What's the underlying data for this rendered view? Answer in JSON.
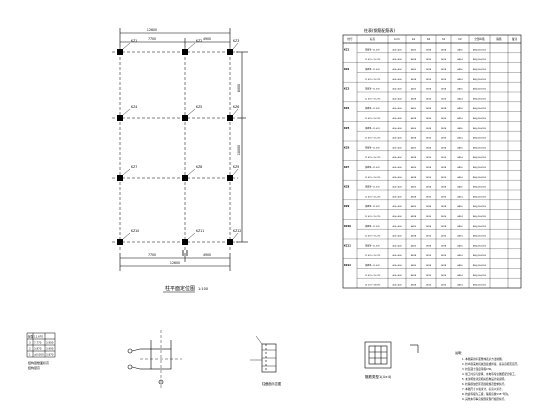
{
  "plan": {
    "title": "柱平面定位图",
    "scale": "1:100",
    "overall_dim": "12600",
    "sub_dims_top": [
      "7700",
      "4900"
    ],
    "sub_dims_bottom": [
      "7700",
      "4900"
    ],
    "right_dim": "18000",
    "right_dim_upper": "6000",
    "column_tags": [
      "KZ1",
      "KZ2",
      "KZ3",
      "KZ4",
      "KZ5",
      "KZ6",
      "KZ7",
      "KZ8",
      "KZ9",
      "KZ10",
      "KZ11",
      "KZ12"
    ]
  },
  "schedule": {
    "title": "柱表(钢筋配筋表)",
    "headers": [
      "柱号",
      "标高",
      "b×h",
      "b1",
      "b2",
      "h1",
      "h2",
      "全部纵筋",
      "箍筋",
      "备注"
    ],
    "rows": [
      [
        "KZ1",
        "基础顶~11.670",
        "400×400",
        "4Φ20",
        "2Φ18",
        "2Φ18",
        "4Φ16",
        "Φ8@100/200",
        "",
        ""
      ],
      [
        "",
        "11.670~15.270",
        "400×400",
        "4Φ18",
        "2Φ16",
        "2Φ16",
        "4Φ14",
        "Φ8@100/200",
        "",
        ""
      ],
      [
        "KZ2",
        "基础顶~11.670",
        "400×400",
        "4Φ20",
        "2Φ18",
        "2Φ18",
        "4Φ16",
        "Φ8@100/200",
        "",
        ""
      ],
      [
        "",
        "11.670~15.270",
        "400×400",
        "4Φ18",
        "2Φ16",
        "2Φ16",
        "4Φ14",
        "Φ8@100/200",
        "",
        ""
      ],
      [
        "KZ3",
        "基础顶~11.670",
        "400×400",
        "4Φ20",
        "2Φ18",
        "2Φ18",
        "4Φ16",
        "Φ8@100/200",
        "",
        ""
      ],
      [
        "",
        "11.670~15.270",
        "400×400",
        "4Φ18",
        "2Φ16",
        "2Φ16",
        "4Φ14",
        "Φ8@100/200",
        "",
        ""
      ],
      [
        "KZ4",
        "基础顶~11.670",
        "400×400",
        "4Φ20",
        "2Φ18",
        "2Φ18",
        "4Φ16",
        "Φ8@100/200",
        "",
        ""
      ],
      [
        "",
        "11.670~15.270",
        "400×400",
        "4Φ18",
        "2Φ16",
        "2Φ16",
        "4Φ14",
        "Φ8@100/200",
        "",
        ""
      ],
      [
        "KZ5",
        "基础顶~11.670",
        "400×400",
        "4Φ20",
        "2Φ18",
        "2Φ18",
        "4Φ16",
        "Φ8@100/200",
        "",
        ""
      ],
      [
        "",
        "11.670~15.270",
        "400×400",
        "4Φ18",
        "2Φ16",
        "2Φ16",
        "4Φ14",
        "Φ8@100/200",
        "",
        ""
      ],
      [
        "KZ6",
        "基础顶~11.670",
        "400×400",
        "4Φ20",
        "2Φ18",
        "2Φ18",
        "4Φ16",
        "Φ8@100/200",
        "",
        ""
      ],
      [
        "",
        "11.670~15.270",
        "400×400",
        "4Φ18",
        "2Φ16",
        "2Φ16",
        "4Φ14",
        "Φ8@100/200",
        "",
        ""
      ],
      [
        "KZ7",
        "基础顶~11.670",
        "400×400",
        "4Φ20",
        "2Φ18",
        "2Φ18",
        "4Φ16",
        "Φ8@100/200",
        "",
        ""
      ],
      [
        "",
        "11.670~15.270",
        "400×400",
        "4Φ18",
        "2Φ16",
        "2Φ16",
        "4Φ14",
        "Φ8@100/200",
        "",
        ""
      ],
      [
        "KZ8",
        "基础顶~11.670",
        "400×400",
        "4Φ20",
        "2Φ18",
        "2Φ18",
        "4Φ16",
        "Φ8@100/200",
        "",
        ""
      ],
      [
        "",
        "11.670~15.270",
        "400×400",
        "4Φ18",
        "2Φ16",
        "2Φ16",
        "4Φ14",
        "Φ8@100/200",
        "",
        ""
      ],
      [
        "KZ9",
        "基础顶~11.670",
        "400×400",
        "4Φ20",
        "2Φ18",
        "2Φ18",
        "4Φ16",
        "Φ8@100/200",
        "",
        ""
      ],
      [
        "",
        "11.670~15.270",
        "400×400",
        "4Φ18",
        "2Φ16",
        "2Φ16",
        "4Φ14",
        "Φ8@100/200",
        "",
        ""
      ],
      [
        "KZ10",
        "基础顶~11.670",
        "400×400",
        "4Φ20",
        "2Φ18",
        "2Φ18",
        "4Φ16",
        "Φ8@100/200",
        "",
        ""
      ],
      [
        "",
        "11.670~15.270",
        "400×400",
        "4Φ18",
        "2Φ16",
        "2Φ16",
        "4Φ14",
        "Φ8@100/200",
        "",
        ""
      ],
      [
        "KZ11",
        "基础顶~11.670",
        "400×400",
        "4Φ20",
        "2Φ18",
        "2Φ18",
        "4Φ16",
        "Φ8@100/200",
        "",
        ""
      ],
      [
        "",
        "11.670~15.270",
        "400×400",
        "4Φ18",
        "2Φ16",
        "2Φ16",
        "4Φ14",
        "Φ8@100/200",
        "",
        ""
      ],
      [
        "KZ12",
        "基础顶~11.670",
        "400×400",
        "4Φ20",
        "2Φ18",
        "2Φ18",
        "4Φ16",
        "Φ8@100/200",
        "",
        ""
      ],
      [
        "",
        "11.670~15.270",
        "400×400",
        "4Φ18",
        "2Φ16",
        "2Φ16",
        "4Φ14",
        "Φ8@100/200",
        "",
        ""
      ],
      [
        "",
        "15.270~18.870",
        "400×400",
        "4Φ18",
        "2Φ16",
        "2Φ16",
        "4Φ14",
        "Φ8@100/200",
        "",
        ""
      ]
    ]
  },
  "level_table": {
    "title": "结构层楼面标高",
    "subtitle": "结构层高",
    "rows": [
      [
        "屋面",
        "11.670",
        ""
      ],
      [
        "3",
        "7.770",
        "3.900"
      ],
      [
        "2",
        "3.870",
        "3.900"
      ],
      [
        "1",
        "±0.000",
        "3.870"
      ]
    ]
  },
  "details": {
    "section_title": "柱截面示意图",
    "stirrup_title": "箍筋类型1(4×4)"
  },
  "notes": {
    "title": "说明：",
    "lines": [
      "1. 本图采用平面整体表示方法制图。",
      "2. 柱纵筋采用机械连接或焊接，接头应相互错开。",
      "3. 柱混凝土强度等级C30。",
      "4. 施工时应与建筑、水电等专业图纸配合施工。",
      "5. 未注明处详见相关结构设计总说明。",
      "6. 柱箍筋加密区范围按规范要求执行。",
      "7. 本图尺寸以毫米计，标高以米计。",
      "8. 抗震等级为三级，箍筋应做135°弯钩。",
      "9. 其他未尽事宜按国家现行规范执行。"
    ]
  }
}
